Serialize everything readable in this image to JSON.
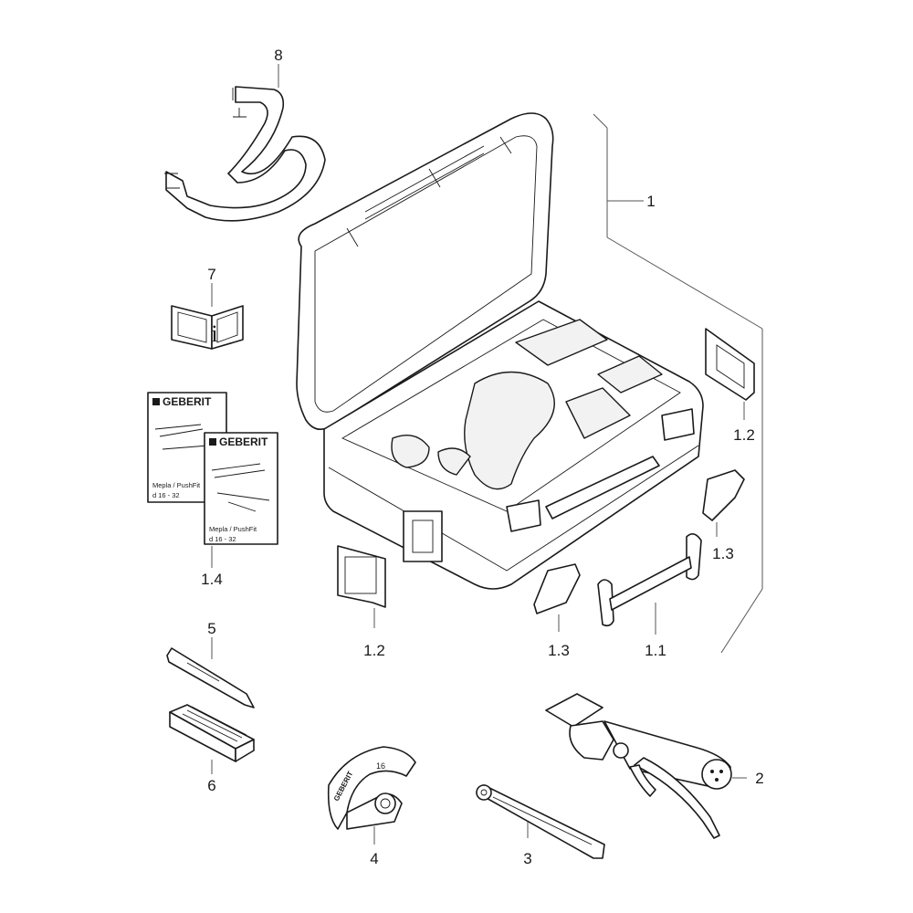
{
  "labels": {
    "l8": "8",
    "l7": "7",
    "l1": "1",
    "l1_2_top": "1.2",
    "l1_3_right": "1.3",
    "l1_4": "1.4",
    "l1_2_bottom": "1.2",
    "l1_3_bottom": "1.3",
    "l1_1": "1.1",
    "l5": "5",
    "l6": "6",
    "l4": "4",
    "l3": "3",
    "l2": "2"
  },
  "cards": {
    "back": {
      "brand": "GEBERIT",
      "line1": "Mepla / PushFit",
      "line2": "d 16 - 32"
    },
    "front": {
      "brand": "GEBERIT",
      "line1": "Mepla / PushFit",
      "line2": "d 16 - 32"
    }
  },
  "manual_icon_letter": "i",
  "bending_die": {
    "brand": "GEBERIT",
    "size_mark": "16"
  }
}
